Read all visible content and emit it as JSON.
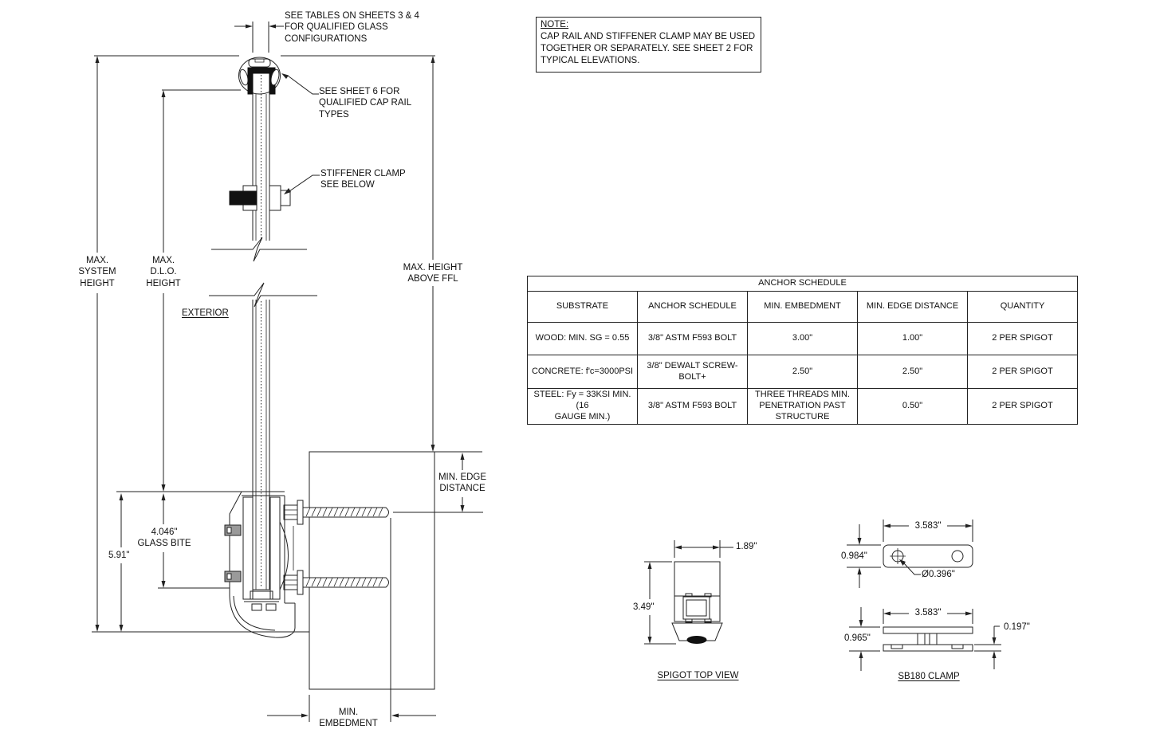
{
  "colors": {
    "line": "#222222",
    "text": "#111111",
    "solid_black": "#111111",
    "block_gray": "#9a9a9a",
    "background": "#ffffff"
  },
  "annotations": {
    "glass_config": "SEE TABLES ON SHEETS 3 & 4\nFOR QUALIFIED GLASS\nCONFIGURATIONS",
    "cap_rail": "SEE SHEET 6 FOR\nQUALIFIED CAP RAIL\nTYPES",
    "stiffener": "STIFFENER CLAMP\nSEE BELOW",
    "max_system_height": "MAX.\nSYSTEM\nHEIGHT",
    "max_dlo_height": "MAX.\nD.L.O.\nHEIGHT",
    "max_height_above_ffl": "MAX. HEIGHT\nABOVE FFL",
    "exterior": "EXTERIOR",
    "min_edge_distance": "MIN. EDGE\nDISTANCE",
    "glass_bite": "4.046\"\nGLASS BITE",
    "system_height_dim": "5.91\"",
    "min_embedment": "MIN.\nEMBEDMENT"
  },
  "note_box": {
    "title": "NOTE:",
    "body": "CAP RAIL AND STIFFENER CLAMP MAY BE USED\nTOGETHER OR SEPARATELY. SEE SHEET 2 FOR\nTYPICAL ELEVATIONS."
  },
  "anchor_schedule": {
    "title": "ANCHOR SCHEDULE",
    "columns": [
      "SUBSTRATE",
      "ANCHOR SCHEDULE",
      "MIN. EMBEDMENT",
      "MIN. EDGE DISTANCE",
      "QUANTITY"
    ],
    "rows": [
      {
        "substrate": "WOOD: MIN. SG = 0.55",
        "anchor": "3/8\" ASTM F593 BOLT",
        "embedment": "3.00\"",
        "edge_distance": "1.00\"",
        "quantity": "2 PER SPIGOT"
      },
      {
        "substrate": "CONCRETE: f'c=3000PSI",
        "anchor": "3/8\" DEWALT SCREW-BOLT+",
        "embedment": "2.50\"",
        "edge_distance": "2.50\"",
        "quantity": "2 PER SPIGOT"
      },
      {
        "substrate": "STEEL: Fy = 33KSI MIN.  (16\nGAUGE MIN.)",
        "anchor": "3/8\" ASTM F593 BOLT",
        "embedment": "THREE THREADS MIN.\nPENETRATION PAST\nSTRUCTURE",
        "edge_distance": "0.50\"",
        "quantity": "2 PER SPIGOT"
      }
    ]
  },
  "spigot_top_view": {
    "label": "SPIGOT TOP VIEW",
    "width_dim": "1.89\"",
    "height_dim": "3.49\""
  },
  "sb180_clamp": {
    "label": "SB180 CLAMP",
    "plan_width": "3.583\"",
    "plan_depth": "0.984\"",
    "hole_dia": "Ø0.396\"",
    "section_width": "3.583\"",
    "section_height": "0.965\"",
    "plate_thickness": "0.197\""
  }
}
